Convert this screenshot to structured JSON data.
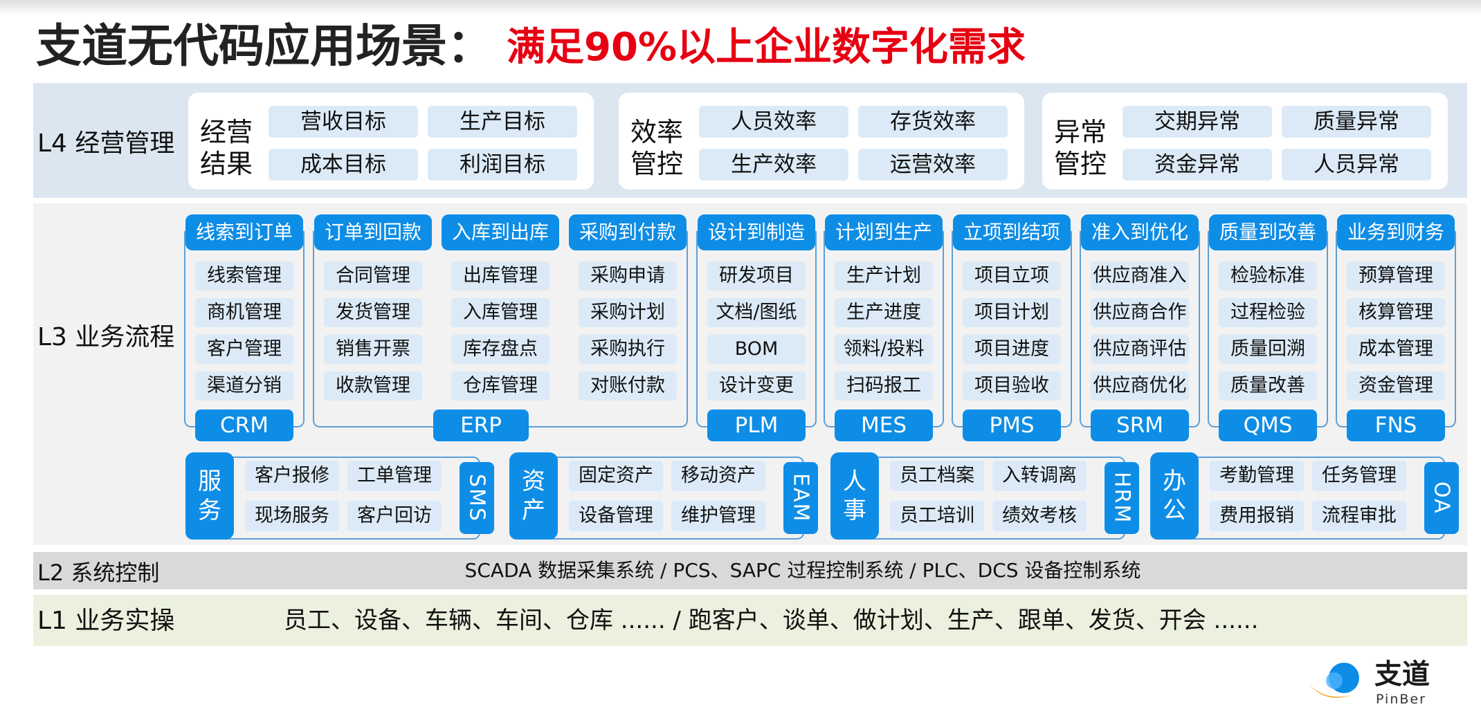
{
  "title": {
    "main": "支道无代码应用场景：",
    "sub": "满足90%以上企业数字化需求"
  },
  "layers": {
    "l4": "L4 经营管理",
    "l3": "L3 业务流程",
    "l2": "L2 系统控制",
    "l1": "L1 业务实操"
  },
  "l4_groups": [
    {
      "caption": [
        "经营",
        "结果"
      ],
      "items": [
        "营收目标",
        "生产目标",
        "成本目标",
        "利润目标"
      ]
    },
    {
      "caption": [
        "效率",
        "管控"
      ],
      "items": [
        "人员效率",
        "存货效率",
        "生产效率",
        "运营效率"
      ]
    },
    {
      "caption": [
        "异常",
        "管控"
      ],
      "items": [
        "交期异常",
        "质量异常",
        "资金异常",
        "人员异常"
      ]
    }
  ],
  "l3_columns": [
    {
      "head": "线索到订单",
      "items": [
        "线索管理",
        "商机管理",
        "客户管理",
        "渠道分销"
      ],
      "system": "CRM"
    },
    {
      "head": "订单到回款",
      "items": [
        "合同管理",
        "发货管理",
        "销售开票",
        "收款管理"
      ],
      "system": "ERP"
    },
    {
      "head": "入库到出库",
      "items": [
        "出库管理",
        "入库管理",
        "库存盘点",
        "仓库管理"
      ],
      "system": ""
    },
    {
      "head": "采购到付款",
      "items": [
        "采购申请",
        "采购计划",
        "采购执行",
        "对账付款"
      ],
      "system": ""
    },
    {
      "head": "设计到制造",
      "items": [
        "研发项目",
        "文档/图纸",
        "BOM",
        "设计变更"
      ],
      "system": "PLM"
    },
    {
      "head": "计划到生产",
      "items": [
        "生产计划",
        "生产进度",
        "领料/投料",
        "扫码报工"
      ],
      "system": "MES"
    },
    {
      "head": "立项到结项",
      "items": [
        "项目立项",
        "项目计划",
        "项目进度",
        "项目验收"
      ],
      "system": "PMS"
    },
    {
      "head": "准入到优化",
      "items": [
        "供应商准入",
        "供应商合作",
        "供应商评估",
        "供应商优化"
      ],
      "system": "SRM"
    },
    {
      "head": "质量到改善",
      "items": [
        "检验标准",
        "过程检验",
        "质量回溯",
        "质量改善"
      ],
      "system": "QMS"
    },
    {
      "head": "业务到财务",
      "items": [
        "预算管理",
        "核算管理",
        "成本管理",
        "资金管理"
      ],
      "system": "FNS"
    }
  ],
  "side_systems": [
    {
      "label": [
        "服",
        "务"
      ],
      "items": [
        "客户报修",
        "工单管理",
        "现场服务",
        "客户回访"
      ],
      "system": "SMS"
    },
    {
      "label": [
        "资",
        "产"
      ],
      "items": [
        "固定资产",
        "移动资产",
        "设备管理",
        "维护管理"
      ],
      "system": "EAM"
    },
    {
      "label": [
        "人",
        "事"
      ],
      "items": [
        "员工档案",
        "入转调离",
        "员工培训",
        "绩效考核"
      ],
      "system": "HRM"
    },
    {
      "label": [
        "办",
        "公"
      ],
      "items": [
        "考勤管理",
        "任务管理",
        "费用报销",
        "流程审批"
      ],
      "system": "OA"
    }
  ],
  "l2_text": "SCADA 数据采集系统  / PCS、SAPC 过程控制系统  /  PLC、DCS 设备控制系统",
  "l1_text": "员工、设备、车辆、车间、仓库 ......   /  跑客户、谈单、做计划、生产、跟单、发货、开会 ......",
  "logo": {
    "name": "支道",
    "sub": "PinBer"
  },
  "colors": {
    "accent_blue": "#0e8de6",
    "chip_blue": "#dbeaf6",
    "title_red": "#e60012"
  }
}
